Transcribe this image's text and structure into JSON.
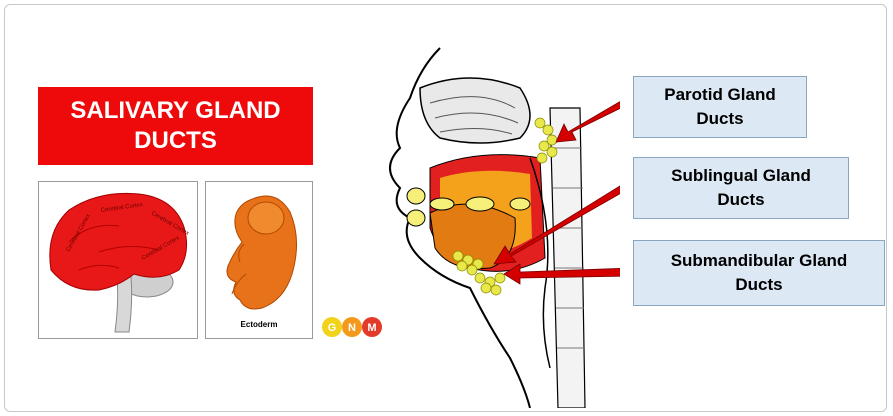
{
  "title": {
    "line1": "SALIVARY GLAND",
    "line2": "DUCTS"
  },
  "brain": {
    "labels": [
      "Cerebral Cortex",
      "Cerebral Cortex",
      "Cerebral Cortex",
      "Cerebral Cortex"
    ]
  },
  "embryo": {
    "label": "Ectoderm"
  },
  "logo": {
    "letters": [
      "G",
      "N",
      "M"
    ]
  },
  "callouts": [
    {
      "line1": "Parotid Gland",
      "line2": "Ducts"
    },
    {
      "line1": "Sublingual Gland",
      "line2": "Ducts"
    },
    {
      "line1": "Submandibular Gland",
      "line2": "Ducts"
    }
  ],
  "colors": {
    "title_bg": "#ee0a0a",
    "callout_bg": "#dce9f5",
    "arrow": "#d40000",
    "gland": "#e8e84a",
    "tissue": "#e06a10"
  }
}
